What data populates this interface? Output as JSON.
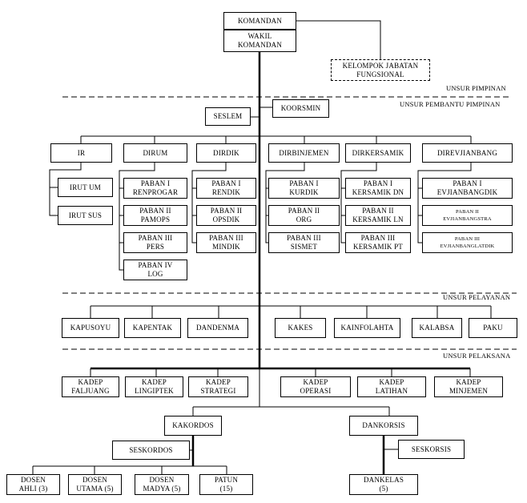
{
  "sections": {
    "pimpinan": "UNSUR PIMPINAN",
    "pembantu": "UNSUR PEMBANTU PIMPINAN",
    "pelayanan": "UNSUR PELAYANAN",
    "pelaksana": "UNSUR PELAKSANA"
  },
  "leadership": {
    "komandan": "KOMANDAN",
    "wakil": "WAKIL\nKOMANDAN",
    "fungsional": "KELOMPOK JABATAN\nFUNGSIONAL"
  },
  "staff": {
    "koorsmin": "KOORSMIN",
    "seslem": "SESLEM",
    "ir": "IR",
    "irut": [
      "IRUT UM",
      "IRUT SUS"
    ],
    "dirum": "DIRUM",
    "dirum_items": [
      "PABAN I\nRENPROGAR",
      "PABAN II\nPAMOPS",
      "PABAN III\nPERS",
      "PABAN IV\nLOG"
    ],
    "dirdik": "DIRDIK",
    "dirdik_items": [
      "PABAN I\nRENDIK",
      "PABAN II\nOPSDIK",
      "PABAN III\nMINDIK"
    ],
    "dirbinjemen": "DIRBINJEMEN",
    "dirbinjemen_items": [
      "PABAN I\nKURDIK",
      "PABAN II\nORG",
      "PABAN III\nSISMET"
    ],
    "dirkersamik": "DIRKERSAMIK",
    "dirkersamik_items": [
      "PABAN I\nKERSAMIK DN",
      "PABAN II\nKERSAMIK LN",
      "PABAN III\nKERSAMIK PT"
    ],
    "direvjianbang": "DIREVJIANBANG",
    "direvjianbang_items": [
      "PABAN I\nEVJIANBANGDIK",
      "PABAN II\nEVJIANBANGSTRA",
      "PABAN III\nEVJIANBANGLATDIK"
    ]
  },
  "services": [
    "KAPUSOYU",
    "KAPENTAK",
    "DANDENMA",
    "KAKES",
    "KAINFOLAHTA",
    "KALABSA",
    "PAKU"
  ],
  "executors": [
    "KADEP\nFALJUANG",
    "KADEP\nLINGIPTEK",
    "KADEP\nSTRATEGI",
    "KADEP\nOPERASI",
    "KADEP\nLATIHAN",
    "KADEP\nMINJEMEN"
  ],
  "kakordos": {
    "head": "KAKORDOS",
    "sec": "SESKORDOS",
    "items": [
      "DOSEN\nAHLI (3)",
      "DOSEN\nUTAMA (5)",
      "DOSEN\nMADYA (5)",
      "PATUN\n(15)"
    ]
  },
  "dankorsis": {
    "head": "DANKORSIS",
    "sec": "SESKORSIS",
    "item": "DANKELAS\n(5)"
  }
}
